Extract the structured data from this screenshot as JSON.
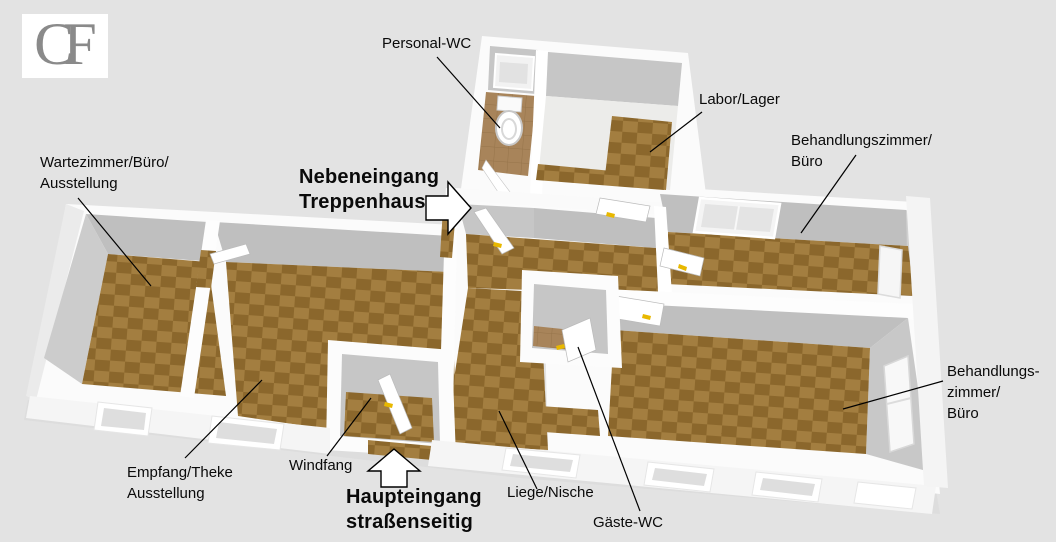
{
  "logo": {
    "text": "CF"
  },
  "labels": {
    "personal_wc": {
      "line1": "Personal-WC"
    },
    "labor_lager": {
      "line1": "Labor/Lager"
    },
    "behandlungszimmer_1": {
      "line1": "Behandlungszimmer/",
      "line2": "Büro"
    },
    "wartezimmer": {
      "line1": "Wartezimmer/Büro/",
      "line2": "Ausstellung"
    },
    "nebeneingang": {
      "line1": "Nebeneingang",
      "line2": "Treppenhaus"
    },
    "empfang": {
      "line1": "Empfang/Theke",
      "line2": "Ausstellung"
    },
    "windfang": {
      "line1": "Windfang"
    },
    "haupteingang": {
      "line1": "Haupteingang",
      "line2": "straßenseitig"
    },
    "liege_nische": {
      "line1": "Liege/Nische"
    },
    "gaeste_wc": {
      "line1": "Gäste-WC"
    },
    "behandlungszimmer_2": {
      "line1": "Behandlungs-",
      "line2": "zimmer/",
      "line3": "Büro"
    }
  },
  "icons": {
    "side_entrance_arrow": "block-arrow-right",
    "main_entrance_arrow": "block-arrow-up"
  },
  "colors": {
    "background": "#e3e3e3",
    "wall_top": "#fbfbfb",
    "wall_inner_face": "#bfbfbf",
    "floor_light": "#a37e40",
    "floor_dark": "#8b672c",
    "door_handle": "#e8b800",
    "leader_line": "#000000",
    "label_text": "#0a0a0a",
    "logo_text": "#8a8a8a"
  }
}
